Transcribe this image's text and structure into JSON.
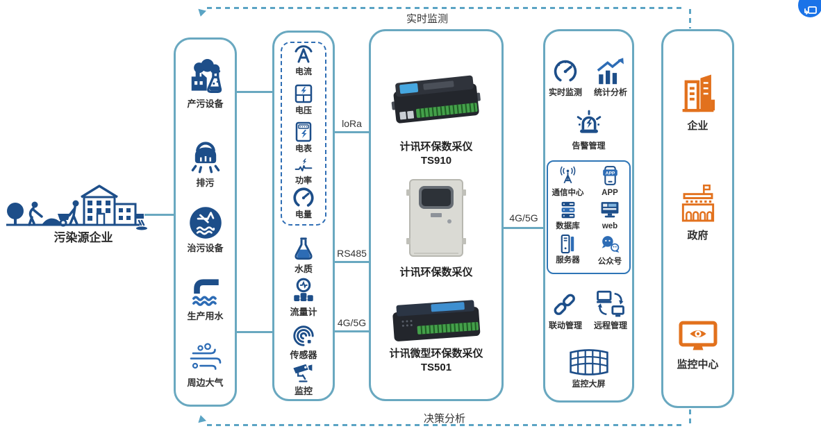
{
  "colors": {
    "box_border": "#69a8c0",
    "dash_arrow": "#5ba4c4",
    "icon_dark_blue": "#1d4e89",
    "icon_mid_blue": "#2d6cb5",
    "inner_box_border": "#2e75b6",
    "accent_orange": "#e2711d",
    "terminal_green": "#44a04a",
    "screen_blue": "#46a7e0",
    "float_button_blue": "#1a73e8",
    "text": "#2f2f2f"
  },
  "flows": {
    "top_label": "实时监测",
    "bottom_label": "决策分析"
  },
  "source": {
    "label": "污染源企业"
  },
  "site": {
    "items": [
      {
        "icon": "factory-flask-icon",
        "label": "产污设备"
      },
      {
        "icon": "drain-icon",
        "label": "排污"
      },
      {
        "icon": "water-treatment-icon",
        "label": "治污设备"
      },
      {
        "icon": "water-pipe-icon",
        "label": "生产用水"
      },
      {
        "icon": "air-icon",
        "label": "周边大气"
      }
    ]
  },
  "sensors": {
    "power_group": [
      {
        "icon": "ammeter-icon",
        "label": "电流"
      },
      {
        "icon": "voltage-icon",
        "label": "电压"
      },
      {
        "icon": "electric-meter-icon",
        "label": "电表"
      },
      {
        "icon": "power-icon",
        "label": "功率"
      },
      {
        "icon": "energy-gauge-icon",
        "label": "电量"
      }
    ],
    "others": [
      {
        "icon": "water-quality-flask-icon",
        "label": "水质"
      },
      {
        "icon": "flow-meter-icon",
        "label": "流量计"
      },
      {
        "icon": "sensor-waves-icon",
        "label": "传感器"
      },
      {
        "icon": "cctv-camera-icon",
        "label": "监控"
      }
    ]
  },
  "links": {
    "lora": "loRa",
    "rs485": "RS485",
    "cell_left": "4G/5G",
    "cell_right": "4G/5G"
  },
  "collectors": {
    "devices": [
      {
        "name": "计讯环保数采仪",
        "model": "TS910"
      },
      {
        "name": "计讯环保数采仪",
        "model": ""
      },
      {
        "name": "计讯微型环保数采仪",
        "model": "TS501"
      }
    ]
  },
  "platform": {
    "top": [
      {
        "icon": "realtime-gauge-icon",
        "label": "实时监测"
      },
      {
        "icon": "stats-chart-icon",
        "label": "统计分析"
      }
    ],
    "alarm": {
      "icon": "alarm-siren-icon",
      "label": "告警管理"
    },
    "center": [
      {
        "icon": "antenna-icon",
        "label": "通信中心"
      },
      {
        "icon": "app-phone-icon",
        "label": "APP"
      },
      {
        "icon": "database-icon",
        "label": "数据库"
      },
      {
        "icon": "web-monitor-icon",
        "label": "web"
      },
      {
        "icon": "server-icon",
        "label": "服务器"
      },
      {
        "icon": "wechat-icon",
        "label": "公众号"
      }
    ],
    "bottom": [
      {
        "icon": "chain-link-icon",
        "label": "联动管理"
      },
      {
        "icon": "remote-manage-icon",
        "label": "远程管理"
      }
    ],
    "screen": {
      "icon": "big-screen-icon",
      "label": "监控大屏"
    }
  },
  "consumers": {
    "items": [
      {
        "icon": "enterprise-buildings-icon",
        "label": "企业"
      },
      {
        "icon": "government-building-icon",
        "label": "政府"
      },
      {
        "icon": "monitor-eye-icon",
        "label": "监控中心"
      }
    ]
  }
}
